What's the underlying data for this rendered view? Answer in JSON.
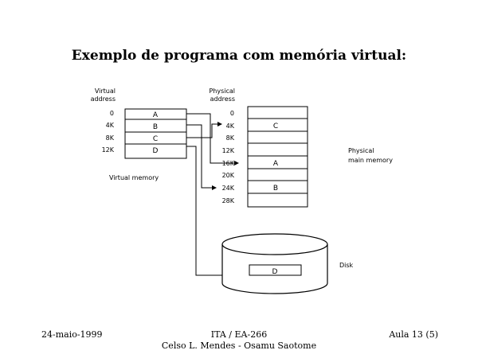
{
  "title": "Exemplo de programa com memória virtual:",
  "virtual": {
    "header": [
      "Virtual",
      "address"
    ],
    "addresses": [
      "0",
      "4K",
      "8K",
      "12K"
    ],
    "pages": [
      "A",
      "B",
      "C",
      "D"
    ],
    "caption": "Virtual memory"
  },
  "physical": {
    "header": [
      "Physical",
      "address"
    ],
    "addresses": [
      "0",
      "4K",
      "8K",
      "12K",
      "16K",
      "20K",
      "24K",
      "28K"
    ],
    "frames": [
      "",
      "C",
      "",
      "",
      "A",
      "",
      "B",
      ""
    ],
    "caption": [
      "Physical",
      "main memory"
    ]
  },
  "disk": {
    "label": "Disk",
    "content": "D"
  },
  "footer": {
    "date": "24-maio-1999",
    "course": "ITA / EA-266",
    "authors": "Celso L. Mendes - Osamu Saotome",
    "lecture": "Aula 13 (5)"
  }
}
